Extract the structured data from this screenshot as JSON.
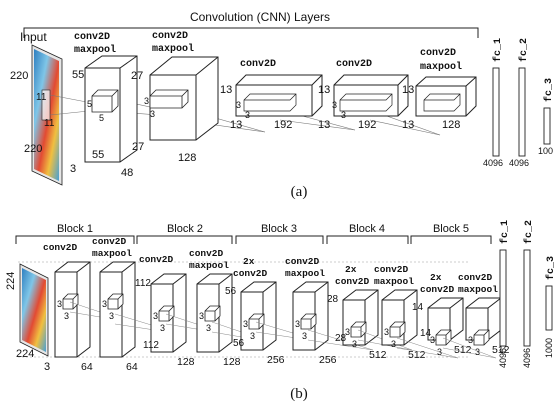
{
  "panel_a": {
    "title": "Convolution (CNN) Layers",
    "caption": "(a)",
    "input": {
      "label": "Input",
      "height": "220",
      "width": "220",
      "channels": "3",
      "kernel_a": "11",
      "kernel_b": "11"
    },
    "layers": [
      {
        "op1": "conv2D",
        "op2": "maxpool",
        "left": "55",
        "bottom": "55",
        "depth": "48",
        "k1": "5",
        "k2": "5"
      },
      {
        "op1": "conv2D",
        "op2": "maxpool",
        "left": "27",
        "bottom": "27",
        "depth": "128",
        "k1": "3",
        "k2": "3"
      },
      {
        "op1": "conv2D",
        "op2": "",
        "left": "13",
        "bottom": "13",
        "depth": "192",
        "k1": "3",
        "k2": "3"
      },
      {
        "op1": "conv2D",
        "op2": "",
        "left": "13",
        "bottom": "13",
        "depth": "192",
        "k1": "3",
        "k2": "3"
      },
      {
        "op1": "conv2D",
        "op2": "maxpool",
        "left": "13",
        "bottom": "13",
        "depth": "128",
        "k1": "",
        "k2": ""
      }
    ],
    "fc": [
      {
        "label": "fc_1",
        "size": "4096"
      },
      {
        "label": "fc_2",
        "size": "4096"
      },
      {
        "label": "fc_3",
        "size": "100"
      }
    ]
  },
  "panel_b": {
    "caption": "(b)",
    "blocks": [
      "Block 1",
      "Block 2",
      "Block 3",
      "Block 4",
      "Block 5"
    ],
    "input": {
      "height": "224",
      "width": "224",
      "channels": "3"
    },
    "layers": [
      {
        "op": "conv2D",
        "side": "",
        "depth": "64"
      },
      {
        "op": "conv2D maxpool",
        "side": "",
        "depth": "64"
      },
      {
        "op": "conv2D",
        "side": "112",
        "depth": "128"
      },
      {
        "op": "conv2D maxpool",
        "side": "",
        "depth": "128"
      },
      {
        "op": "2x conv2D",
        "side": "56",
        "depth": "256"
      },
      {
        "op": "conv2D maxpool",
        "side": "",
        "depth": "256"
      },
      {
        "op": "2x conv2D",
        "side": "28",
        "depth": "512"
      },
      {
        "op": "conv2D maxpool",
        "side": "",
        "depth": "512"
      },
      {
        "op": "2x conv2D",
        "side": "14",
        "depth": "512"
      },
      {
        "op": "conv2D maxpool",
        "side": "",
        "depth": "512"
      }
    ],
    "kernel": "3",
    "fc": [
      {
        "label": "fc_1",
        "size": "4096"
      },
      {
        "label": "fc_2",
        "size": "4096"
      },
      {
        "label": "fc_3",
        "size": "1000"
      }
    ]
  }
}
